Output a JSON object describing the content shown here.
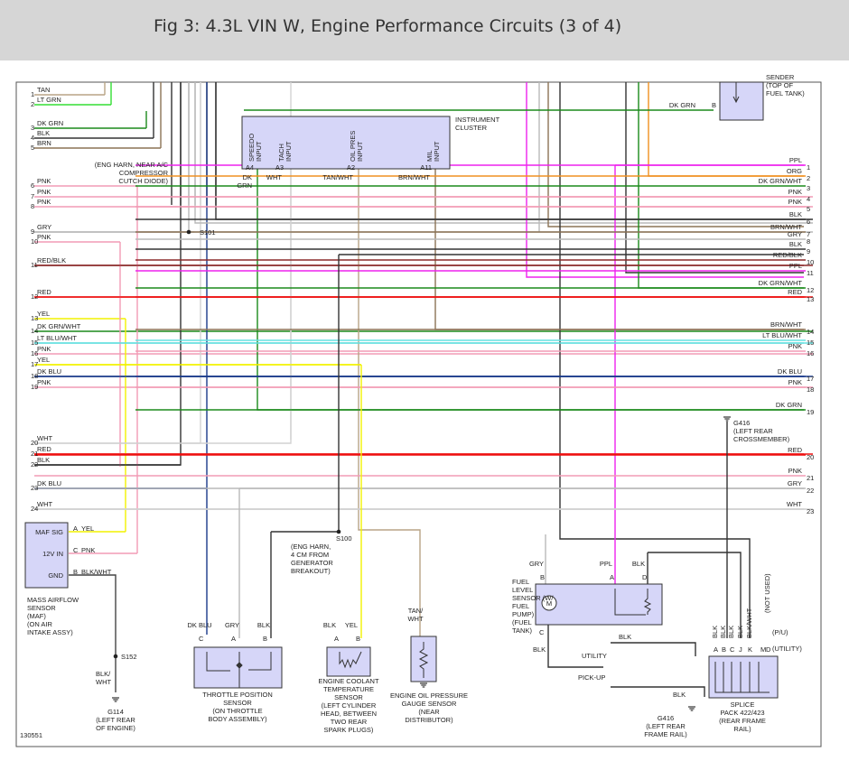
{
  "header": {
    "title": "Fig 3: 4.3L VIN W, Engine Performance Circuits (3 of 4)"
  },
  "colors": {
    "tan": "#b8a485",
    "ltgrn": "#33dd33",
    "dkgrn": "#1b8a1b",
    "blk": "#333333",
    "brn": "#8b7355",
    "pnk": "#f29bb5",
    "gry": "#b9b9b9",
    "red": "#ee1111",
    "yel": "#f2f200",
    "ltblu": "#66e0e0",
    "dkblu": "#1a3a8a",
    "wht": "#d2d2d2",
    "ppl": "#ee22ee",
    "org": "#f09020",
    "component": "#d6d6f8"
  },
  "left_pins": [
    {
      "n": "1",
      "label": "TAN"
    },
    {
      "n": "2",
      "label": "LT GRN"
    },
    {
      "n": "3",
      "label": "DK GRN"
    },
    {
      "n": "4",
      "label": "BLK"
    },
    {
      "n": "5",
      "label": "BRN"
    },
    {
      "n": "6",
      "label": "PNK"
    },
    {
      "n": "7",
      "label": "PNK"
    },
    {
      "n": "8",
      "label": "PNK"
    },
    {
      "n": "9",
      "label": "GRY"
    },
    {
      "n": "10",
      "label": "PNK"
    },
    {
      "n": "11",
      "label": "RED/BLK"
    },
    {
      "n": "12",
      "label": "RED"
    },
    {
      "n": "13",
      "label": "YEL"
    },
    {
      "n": "14",
      "label": "DK GRN/WHT"
    },
    {
      "n": "15",
      "label": "LT BLU/WHT"
    },
    {
      "n": "16",
      "label": "PNK"
    },
    {
      "n": "17",
      "label": "YEL"
    },
    {
      "n": "18",
      "label": "DK BLU"
    },
    {
      "n": "19",
      "label": "PNK"
    },
    {
      "n": "20",
      "label": "WHT"
    },
    {
      "n": "21",
      "label": "RED"
    },
    {
      "n": "22",
      "label": "BLK"
    },
    {
      "n": "23",
      "label": "DK BLU"
    },
    {
      "n": "24",
      "label": "WHT"
    }
  ],
  "right_pins": [
    {
      "n": "1",
      "label": "PPL"
    },
    {
      "n": "2",
      "label": "ORG"
    },
    {
      "n": "3",
      "label": "DK GRN/WHT"
    },
    {
      "n": "4",
      "label": "PNK"
    },
    {
      "n": "5",
      "label": "PNK"
    },
    {
      "n": "6",
      "label": "BLK"
    },
    {
      "n": "7",
      "label": "BRN/WHT"
    },
    {
      "n": "8",
      "label": "GRY"
    },
    {
      "n": "9",
      "label": "BLK"
    },
    {
      "n": "10",
      "label": "RED/BLK"
    },
    {
      "n": "11",
      "label": "PPL"
    },
    {
      "n": "12",
      "label": "DK GRN/WHT"
    },
    {
      "n": "13",
      "label": "RED"
    },
    {
      "n": "14",
      "label": "BRN/WHT"
    },
    {
      "n": "15",
      "label": "LT BLU/WHT"
    },
    {
      "n": "16",
      "label": "PNK"
    },
    {
      "n": "17",
      "label": "DK BLU"
    },
    {
      "n": "18",
      "label": "PNK"
    },
    {
      "n": "19",
      "label": "DK GRN"
    },
    {
      "n": "20",
      "label": "RED"
    },
    {
      "n": "21",
      "label": "PNK"
    },
    {
      "n": "22",
      "label": "GRY"
    },
    {
      "n": "23",
      "label": "WHT"
    }
  ],
  "cluster": {
    "title": [
      "INSTRUMENT",
      "CLUSTER"
    ],
    "inputs": [
      {
        "name": [
          "SPEEDO",
          "INPUT"
        ],
        "pin": "A4",
        "wire": [
          "DK",
          "GRN"
        ]
      },
      {
        "name": [
          "TACH",
          "INPUT"
        ],
        "pin": "A3",
        "wire": [
          "WHT"
        ]
      },
      {
        "name": [
          "OIL PRES",
          "INPUT"
        ],
        "pin": "A2",
        "wire": [
          "TAN/WHT"
        ]
      },
      {
        "name": [
          "MIL",
          "INPUT"
        ],
        "pin": "A11",
        "wire": [
          "BRN/WHT"
        ]
      }
    ]
  },
  "fuel_sender_top": {
    "label": [
      "SENDER",
      "(TOP OF",
      "FUEL TANK)"
    ],
    "wire": "DK GRN",
    "pin": "B"
  },
  "s101": {
    "label": "S101",
    "note": [
      "(ENG HARN, NEAR A/C",
      "COMPRESSOR",
      "CUTCH DIODE)"
    ]
  },
  "s100": {
    "label": "S100",
    "note": [
      "(ENG HARN,",
      "4 CM FROM",
      "GENERATOR",
      "BREAKOUT)"
    ]
  },
  "maf": {
    "pins": [
      {
        "name": "MAF SIG",
        "pin": "A",
        "wire": "YEL"
      },
      {
        "name": "12V IN",
        "pin": "C",
        "wire": "PNK"
      },
      {
        "name": "GND",
        "pin": "B",
        "wire": "BLK/WHT"
      }
    ],
    "label": [
      "MASS AIRFLOW",
      "SENSOR",
      "(MAF)",
      "(ON AIR",
      "INTAKE ASSY)"
    ]
  },
  "s152": {
    "label": "S152",
    "wire": [
      "BLK/",
      "WHT"
    ]
  },
  "g114": {
    "label": [
      "G114",
      "(LEFT REAR",
      "OF ENGINE)"
    ]
  },
  "tps": {
    "wires": [
      "DK BLU",
      "GRY",
      "BLK"
    ],
    "pins": [
      "C",
      "A",
      "B"
    ],
    "label": [
      "THROTTLE POSITION",
      "SENSOR",
      "(ON THROTTLE",
      "BODY ASSEMBLY)"
    ]
  },
  "ect": {
    "wires": [
      "BLK",
      "YEL"
    ],
    "pins": [
      "A",
      "B"
    ],
    "label": [
      "ENGINE COOLANT",
      "TEMPERATURE",
      "SENSOR",
      "(LEFT CYLINDER",
      "HEAD, BETWEEN",
      "TWO REAR",
      "SPARK PLUGS)"
    ]
  },
  "oil": {
    "wire": [
      "TAN/",
      "WHT"
    ],
    "label": [
      "ENGINE OIL PRESSURE",
      "GAUGE SENSOR",
      "(NEAR",
      "DISTRIBUTOR)"
    ]
  },
  "fuel_level": {
    "wires": [
      "GRY",
      "PPL",
      "BLK"
    ],
    "pins": [
      "B",
      "A",
      "D",
      "C"
    ],
    "blk_out": "BLK",
    "label": [
      "FUEL",
      "LEVEL",
      "SENSOR (W/",
      "FUEL",
      "PUMP)",
      "(FUEL",
      "TANK)"
    ]
  },
  "g416_top": {
    "label": [
      "G416",
      "(LEFT REAR",
      "CROSSMEMBER)"
    ]
  },
  "g416_bottom": {
    "label": [
      "G416",
      "(LEFT REAR",
      "FRAME RAIL)"
    ],
    "wire": "BLK"
  },
  "utility": {
    "utility": "UTILITY",
    "pickup": "PICK-UP",
    "blk": "BLK",
    "pu": "(P/U)",
    "util": "(UTILITY)"
  },
  "splice": {
    "pins": [
      "A",
      "B",
      "C",
      "J",
      "K",
      "M",
      "D"
    ],
    "wires": [
      "BLK",
      "BLK",
      "BLK",
      "BLK",
      "BLK/WHT"
    ],
    "not_used": "(NOT USED)",
    "label": [
      "SPLICE",
      "PACK 422/423",
      "(REAR FRAME",
      "RAIL)"
    ]
  },
  "figure_id": "130551"
}
